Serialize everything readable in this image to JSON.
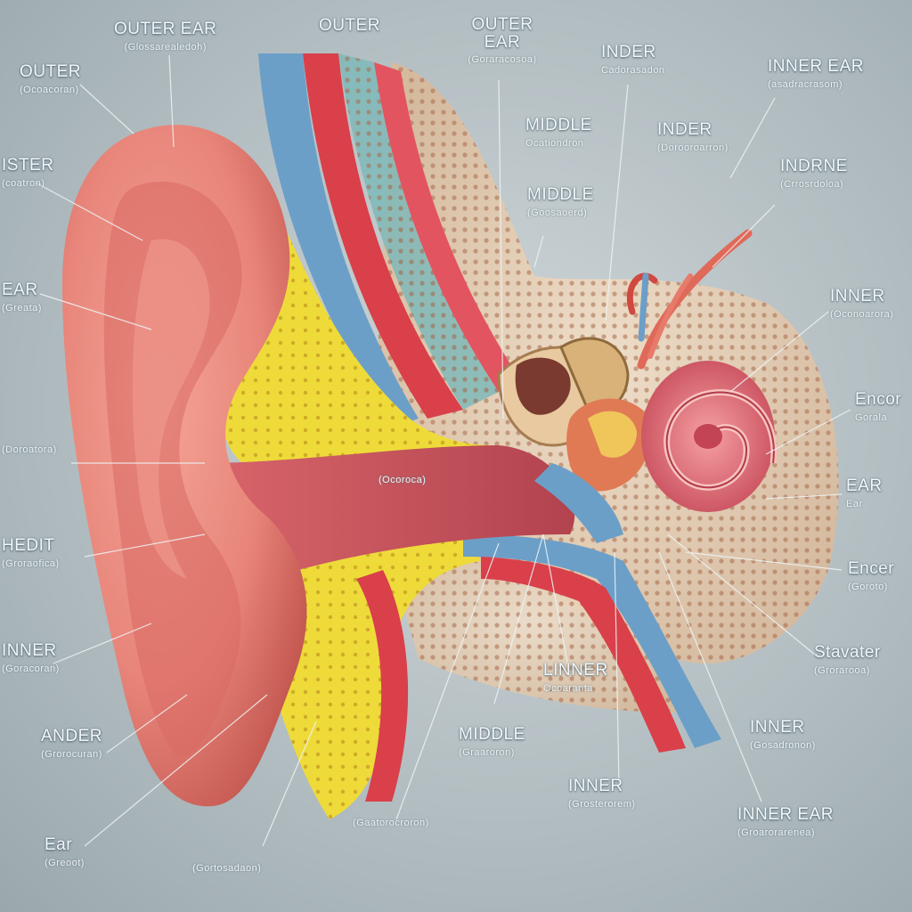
{
  "labels": [
    {
      "id": "outer-ear-top",
      "title": "OUTER EAR",
      "sub": "(Glossarealedoh)"
    },
    {
      "id": "outer-ear-mid",
      "title": "OUTER",
      "sub": ""
    },
    {
      "id": "outer-ear-stack",
      "title": "OUTER EAR",
      "sub": "(Goraracosoa)"
    },
    {
      "id": "outer-left",
      "title": "OUTER",
      "sub": "(Ocoacoran)"
    },
    {
      "id": "inder",
      "title": "INDER",
      "sub": "Cadorasadon"
    },
    {
      "id": "inner-ear-tr",
      "title": "INNER EAR",
      "sub": "(asadracrasom)"
    },
    {
      "id": "middle-1",
      "title": "MIDDLE",
      "sub": "Ocationdron"
    },
    {
      "id": "inder-2",
      "title": "INDER",
      "sub": "(Dorooroarron)"
    },
    {
      "id": "ister",
      "title": "ISTER",
      "sub": "(coatron)"
    },
    {
      "id": "middle-2",
      "title": "MIDDLE",
      "sub": "(Goosaoerd)"
    },
    {
      "id": "indrne",
      "title": "INDRNE",
      "sub": "(Crrosrdoloa)"
    },
    {
      "id": "ear-left",
      "title": "EAR",
      "sub": "(Greata)"
    },
    {
      "id": "inner-right-1",
      "title": "INNER",
      "sub": "(Oconoarora)"
    },
    {
      "id": "ear-canal-label",
      "title": "",
      "sub": "(Ocoroca)"
    },
    {
      "id": "encor",
      "title": "Encor",
      "sub": "Gorala"
    },
    {
      "id": "left-mid",
      "title": "",
      "sub": "(Doroatora)"
    },
    {
      "id": "ear-right",
      "title": "EAR",
      "sub": "Ear"
    },
    {
      "id": "hedit",
      "title": "HEDIT",
      "sub": "(Groraofica)"
    },
    {
      "id": "encer",
      "title": "Encer",
      "sub": "(Goroto)"
    },
    {
      "id": "inner-left",
      "title": "INNER",
      "sub": "(Goracoran)"
    },
    {
      "id": "stavater",
      "title": "Stavater",
      "sub": "(Grorarooa)"
    },
    {
      "id": "linner",
      "title": "LINNER",
      "sub": "Ocoaranta"
    },
    {
      "id": "ander",
      "title": "ANDER",
      "sub": "(Grorocuran)"
    },
    {
      "id": "middle-3",
      "title": "MIDDLE",
      "sub": "(Graaroron)"
    },
    {
      "id": "inner-right-2",
      "title": "INNER",
      "sub": "(Gosadronon)"
    },
    {
      "id": "inner-bottom",
      "title": "INNER",
      "sub": "(Grosterorem)"
    },
    {
      "id": "inner-ear-br",
      "title": "INNER EAR",
      "sub": "(Groarorarenea)"
    },
    {
      "id": "ear-bottom-left",
      "title": "Ear",
      "sub": "(Greoot)"
    },
    {
      "id": "bottom-center-1",
      "title": "",
      "sub": "(Gaatorocroron)"
    },
    {
      "id": "bottom-center-2",
      "title": "",
      "sub": "(Gortosadaon)"
    }
  ],
  "colors": {
    "skin": "#e8857a",
    "skin_dark": "#c2564f",
    "bone_yellow": "#eedb3a",
    "nerve_blue": "#6c9fc8",
    "vessel_red": "#d9404a",
    "cochlea_pink": "#e67a86"
  }
}
